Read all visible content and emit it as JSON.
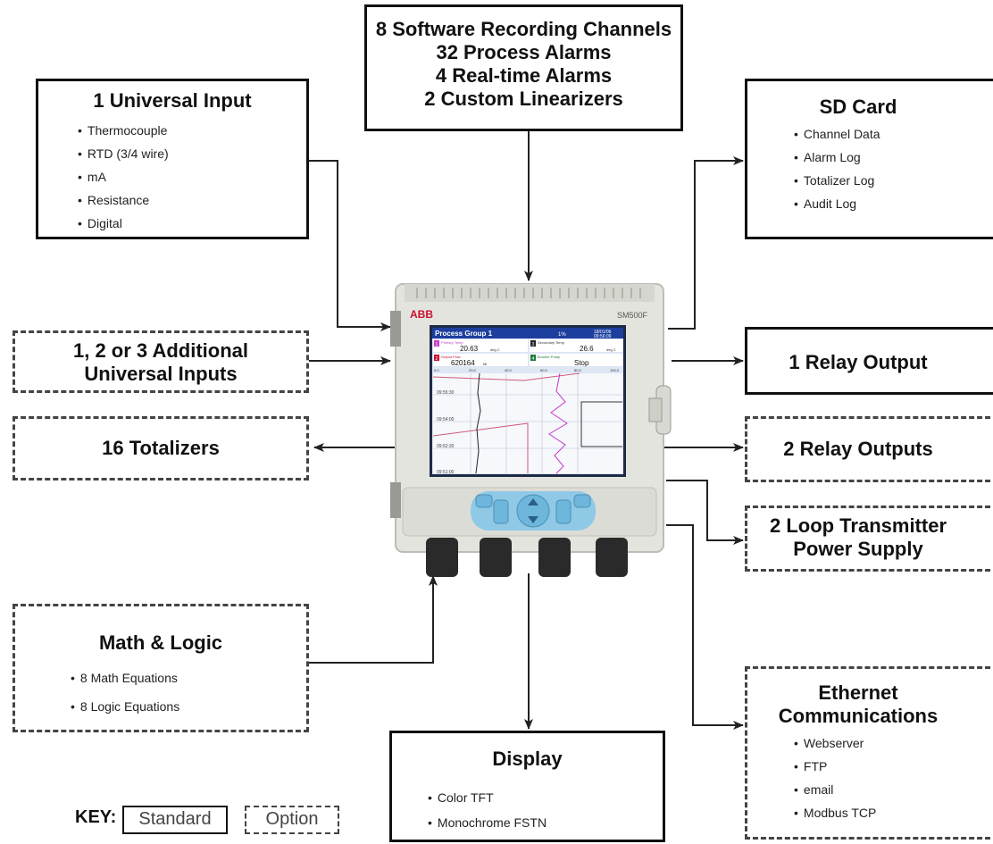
{
  "boxes": {
    "software": {
      "lines": [
        "8 Software Recording Channels",
        "32 Process Alarms",
        "4 Real-time Alarms",
        "2 Custom Linearizers"
      ]
    },
    "universal_input": {
      "title": "1 Universal Input",
      "items": [
        "Thermocouple",
        "RTD (3/4 wire)",
        "mA",
        "Resistance",
        "Digital"
      ]
    },
    "sd_card": {
      "title": "SD Card",
      "items": [
        "Channel Data",
        "Alarm Log",
        "Totalizer Log",
        "Audit Log"
      ]
    },
    "additional_inputs": {
      "lines": [
        "1, 2 or 3 Additional",
        "Universal Inputs"
      ]
    },
    "relay_output": {
      "title": "1 Relay Output"
    },
    "totalizers": {
      "title": "16 Totalizers"
    },
    "relay_outputs": {
      "title": "2 Relay Outputs"
    },
    "loop_transmitter": {
      "lines": [
        "2 Loop Transmitter",
        "Power Supply"
      ]
    },
    "math_logic": {
      "title": "Math & Logic",
      "items": [
        "8 Math Equations",
        "8 Logic Equations"
      ]
    },
    "ethernet": {
      "lines": [
        "Ethernet",
        "Communications"
      ],
      "items": [
        "Webserver",
        "FTP",
        "email",
        "Modbus TCP"
      ]
    },
    "display": {
      "title": "Display",
      "items": [
        "Color TFT",
        "Monochrome FSTN"
      ]
    }
  },
  "key": {
    "label": "KEY:",
    "standard": "Standard",
    "option": "Option"
  },
  "device": {
    "brand": "ABB",
    "model": "SM500F",
    "screen_title": "Process Group 1",
    "screen_status": "1%",
    "screen_date": "18/01/06",
    "screen_time": "09:56:09",
    "channels": [
      {
        "num": "1",
        "name": "Primary Temp",
        "value": "20.63",
        "unit": "deg C"
      },
      {
        "num": "3",
        "name": "Secondary Temp",
        "value": "26.6",
        "unit": "deg C"
      },
      {
        "num": "2",
        "name": "Output Flow",
        "value": "620164",
        "unit": "Ml"
      },
      {
        "num": "4",
        "name": "Booster Pump",
        "value": "Stop",
        "unit": ""
      }
    ],
    "scale_ticks": [
      "0.0",
      "20.0",
      "40.0",
      "60.0",
      "80.0",
      "100.0"
    ],
    "time_labels": [
      "09:55:30",
      "09:54:00",
      "09:52:30",
      "09:51:00"
    ]
  },
  "colors": {
    "line": "#222222",
    "screen_header": "#1c3f9e",
    "screen_bg": "#dfe7f5",
    "key_blue": "#7fc4e6",
    "body": "#e6e6e2"
  }
}
